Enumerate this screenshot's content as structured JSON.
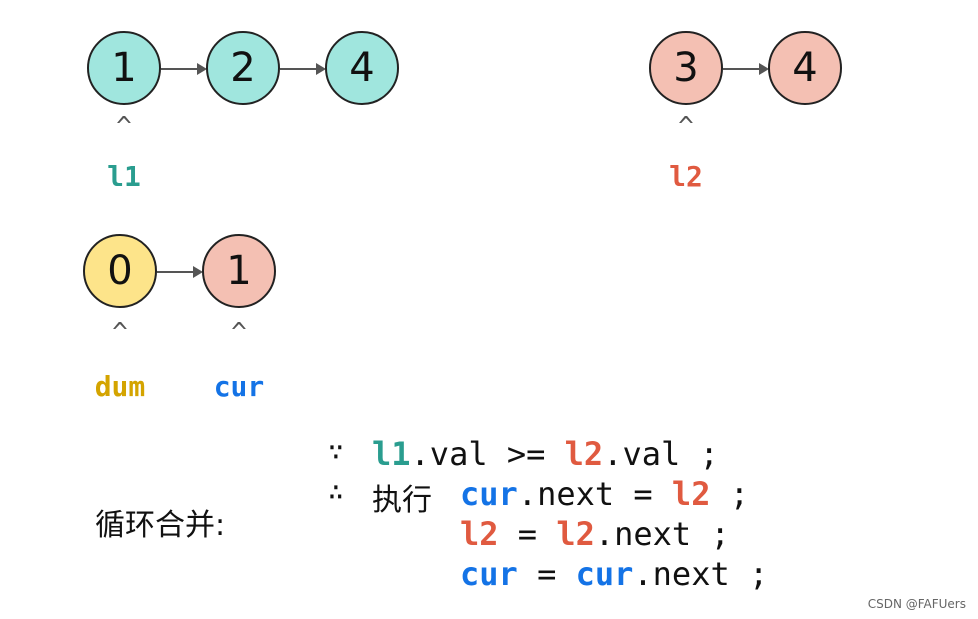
{
  "list1": {
    "nodes": [
      "1",
      "2",
      "4"
    ],
    "pointer": "l1",
    "caret": "^"
  },
  "list2": {
    "nodes": [
      "3",
      "4"
    ],
    "pointer": "l2",
    "caret": "^"
  },
  "result": {
    "nodes": [
      "0",
      "1"
    ],
    "pointers": [
      "dum",
      "cur"
    ],
    "caret": "^"
  },
  "label": "循环合并:",
  "code": {
    "because": "∵",
    "therefore": "∴",
    "exec": "执行",
    "l1": "l1",
    "l2": "l2",
    "cur": "cur",
    "val": ".val",
    "ge": " >= ",
    "semi": " ;",
    "next": ".next",
    "eq": " = "
  },
  "watermark": "CSDN @FAFUers",
  "colors": {
    "teal": "#a0e6de",
    "pink": "#f4c0b3",
    "yellow": "#fde48a",
    "l1": "#2a9d8f",
    "l2": "#e05a40",
    "dum": "#d4a400",
    "cur": "#1473e6"
  }
}
